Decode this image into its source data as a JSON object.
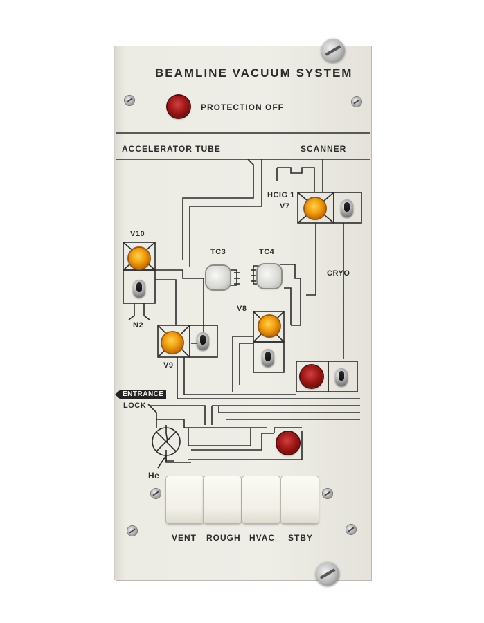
{
  "panel": {
    "title": "BEAMLINE VACUUM SYSTEM",
    "protection_label": "PROTECTION OFF",
    "sections": {
      "accelerator_tube": "ACCELERATOR TUBE",
      "scanner": "SCANNER"
    },
    "labels": {
      "hcig": "HCIG 1",
      "v7": "V7",
      "v10": "V10",
      "tc3": "TC3",
      "tc4": "TC4",
      "cryo": "CRYO",
      "n2": "N2",
      "v8": "V8",
      "v9": "V9",
      "entrance": "ENTRANCE",
      "lock": "LOCK",
      "he": "He"
    },
    "buttons": [
      "VENT",
      "ROUGH",
      "HVAC",
      "STBY"
    ],
    "colors": {
      "panel": "#eeede6",
      "amber_led": "#f0a012",
      "red_led": "#a01818",
      "lines": "#2a2a2a"
    }
  }
}
